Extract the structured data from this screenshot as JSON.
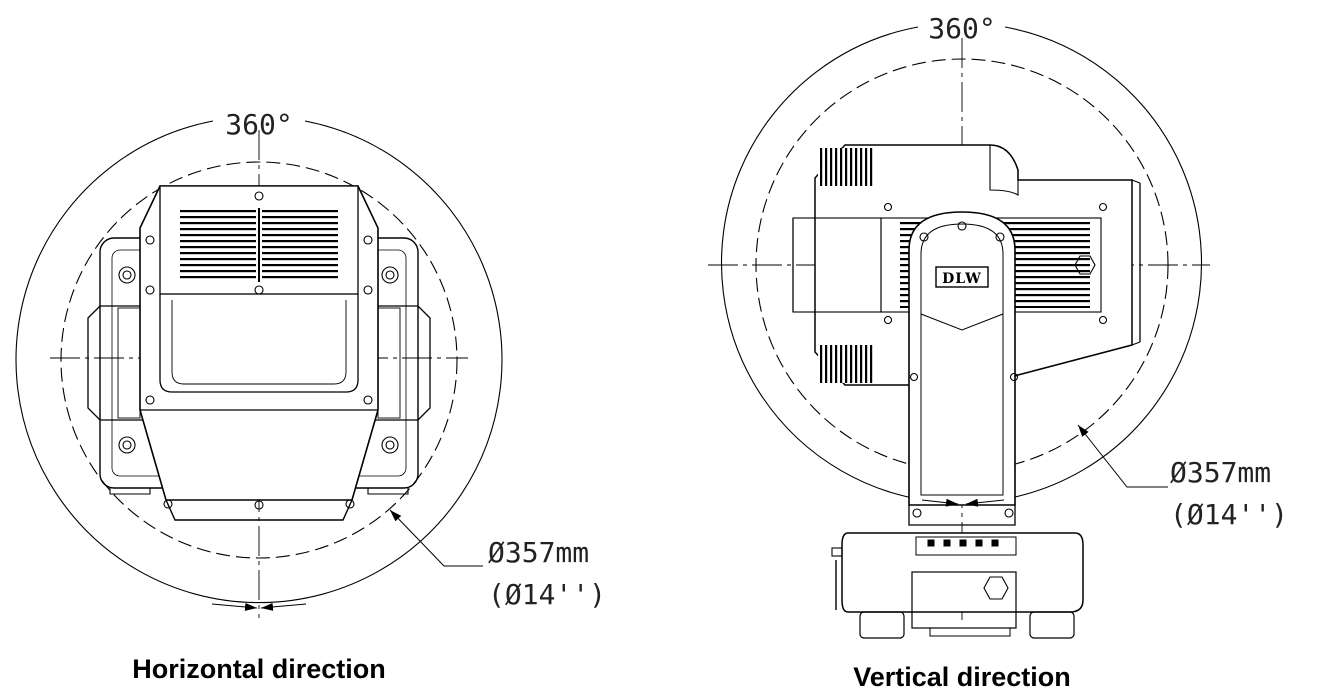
{
  "left_view": {
    "rotation_label": "360°",
    "diameter_mm": "Ø357mm",
    "diameter_in": "(Ø14'')",
    "caption": "Horizontal direction"
  },
  "right_view": {
    "rotation_label": "360°",
    "diameter_mm": "Ø357mm",
    "diameter_in": "(Ø14'')",
    "caption": "Vertical direction",
    "logo_text": "DLW"
  }
}
